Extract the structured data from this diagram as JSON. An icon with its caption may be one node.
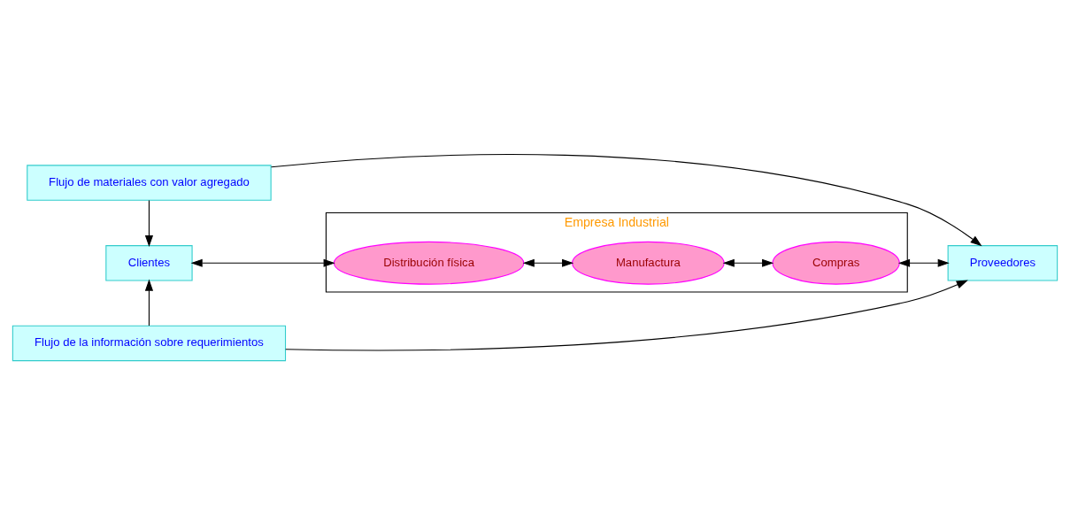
{
  "diagram": {
    "nodes": [
      {
        "text": [
          "Flujo de materiales con valor agregado"
        ]
      },
      {
        "text": [
          "Empresa Industrial"
        ]
      },
      {
        "text": [
          "Clientes"
        ]
      },
      {
        "text": [
          "Distribución física"
        ],
        "in": 1
      },
      {
        "text": [
          "Manufactura"
        ],
        "in": 1
      },
      {
        "text": [
          "Compras"
        ],
        "in": 1
      },
      {
        "text": [
          "Proveedores"
        ]
      },
      {
        "text": [
          "Flujo de la información sobre requerimientos"
        ]
      }
    ],
    "edges": [
      {
        "from": 0,
        "to": 2,
        "arrow": "to"
      },
      {
        "from": 0,
        "to": 6,
        "arrow": "to"
      },
      {
        "from": 2,
        "to": 3,
        "arrow": "both"
      },
      {
        "from": 3,
        "to": 4,
        "arrow": "both"
      },
      {
        "from": 4,
        "to": 5,
        "arrow": "both"
      },
      {
        "from": 5,
        "to": 6,
        "arrow": "both"
      },
      {
        "from": 7,
        "to": 2,
        "arrow": "to"
      },
      {
        "from": 7,
        "to": 6,
        "arrow": "to"
      }
    ]
  }
}
